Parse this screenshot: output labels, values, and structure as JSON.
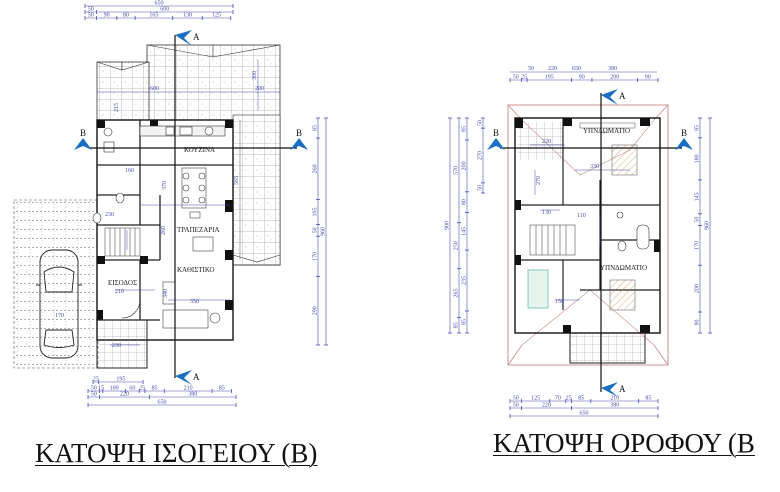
{
  "ground_floor": {
    "title": "ΚΑΤΟΨΗ ΙΣΟΓΕΙΟΥ (Β)",
    "rooms": {
      "kitchen": "ΚΟΥΖΙΝΑ",
      "dining": "ΤΡΑΠΕΖΑΡΙΑ",
      "living": "ΚΑΘΙΣΤΙΚΟ",
      "entrance": "ΕΙΣΟΔΟΣ"
    },
    "section_marks": {
      "a": "A",
      "b": "B"
    },
    "dims_top": [
      [
        "650"
      ],
      [
        "50",
        "600"
      ],
      [
        "50",
        "90",
        "80",
        "165",
        "130",
        "125"
      ]
    ],
    "dims_top_values": [
      [
        650
      ],
      [
        50,
        600
      ],
      [
        50,
        90,
        80,
        165,
        130,
        125
      ]
    ],
    "dims_bottom": [
      [
        "25",
        "195"
      ],
      [
        "50",
        "15",
        "100",
        "60",
        "25",
        "85",
        "210",
        "85"
      ],
      [
        "50",
        "220",
        "380"
      ],
      [
        "650"
      ]
    ],
    "dims_bottom_values": [
      [
        25,
        195
      ],
      [
        50,
        15,
        100,
        60,
        25,
        85,
        210,
        85
      ],
      [
        50,
        220,
        380
      ],
      [
        650
      ]
    ],
    "dims_right": [
      "85",
      "260",
      "105",
      "50",
      "170",
      "290"
    ],
    "dims_right_values": [
      85,
      260,
      105,
      50,
      170,
      290
    ],
    "dims_right_total": "960",
    "inner_dims": [
      "600",
      "200",
      "300",
      "215",
      "160",
      "370",
      "260",
      "340",
      "210",
      "230",
      "350",
      "170",
      "250",
      "230",
      "565"
    ]
  },
  "upper_floor": {
    "title": "ΚΑΤΟΨΗ ΟΡΟΦΟΥ (Β",
    "rooms": {
      "bedroom_1": "ΥΠΝΔΩΜΑΤΙΟ",
      "bedroom_2": "ΥΠΝΔΩΜΑΤΙΟ"
    },
    "section_marks": {
      "a": "A",
      "b": "B"
    },
    "dims_top_row1": [
      "50",
      "220",
      "650",
      "380"
    ],
    "dims_top": [
      [
        "50",
        "25",
        "195",
        "90",
        "200",
        "90"
      ]
    ],
    "dims_top_values": [
      [
        50,
        25,
        195,
        90,
        200,
        90
      ]
    ],
    "dims_bottom": [
      [
        "50",
        "125",
        "70",
        "25",
        "85",
        "210",
        "85"
      ],
      [
        "50",
        "220",
        "380"
      ],
      [
        "650"
      ]
    ],
    "dims_bottom_values": [
      [
        50,
        125,
        70,
        25,
        85,
        210,
        85
      ],
      [
        50,
        220,
        380
      ],
      [
        650
      ]
    ],
    "dims_left_total": "900",
    "dims_left_mid": [
      "570",
      "250",
      "265",
      "85"
    ],
    "dims_left_mid_values": [
      570,
      250,
      265,
      85
    ],
    "dims_left_inner": [
      "85",
      "200",
      "80",
      "145",
      "235",
      "85"
    ],
    "dims_left_inner_values": [
      85,
      200,
      80,
      145,
      235,
      85
    ],
    "dims_left_outer": [
      "50",
      "270",
      "50"
    ],
    "dims_left_outer_values": [
      50,
      270,
      50
    ],
    "dims_right": [
      "85",
      "180",
      "145",
      "50",
      "170",
      "200",
      "90"
    ],
    "dims_right_values": [
      85,
      180,
      145,
      50,
      170,
      200,
      90
    ],
    "dims_right_total": "960",
    "inner_dims": [
      "220",
      "270",
      "110",
      "330",
      "150",
      "130"
    ]
  },
  "colors": {
    "dim": "#4a4ab0",
    "marker": "#1a6fc0",
    "outline_upper": "#c98a8a"
  }
}
